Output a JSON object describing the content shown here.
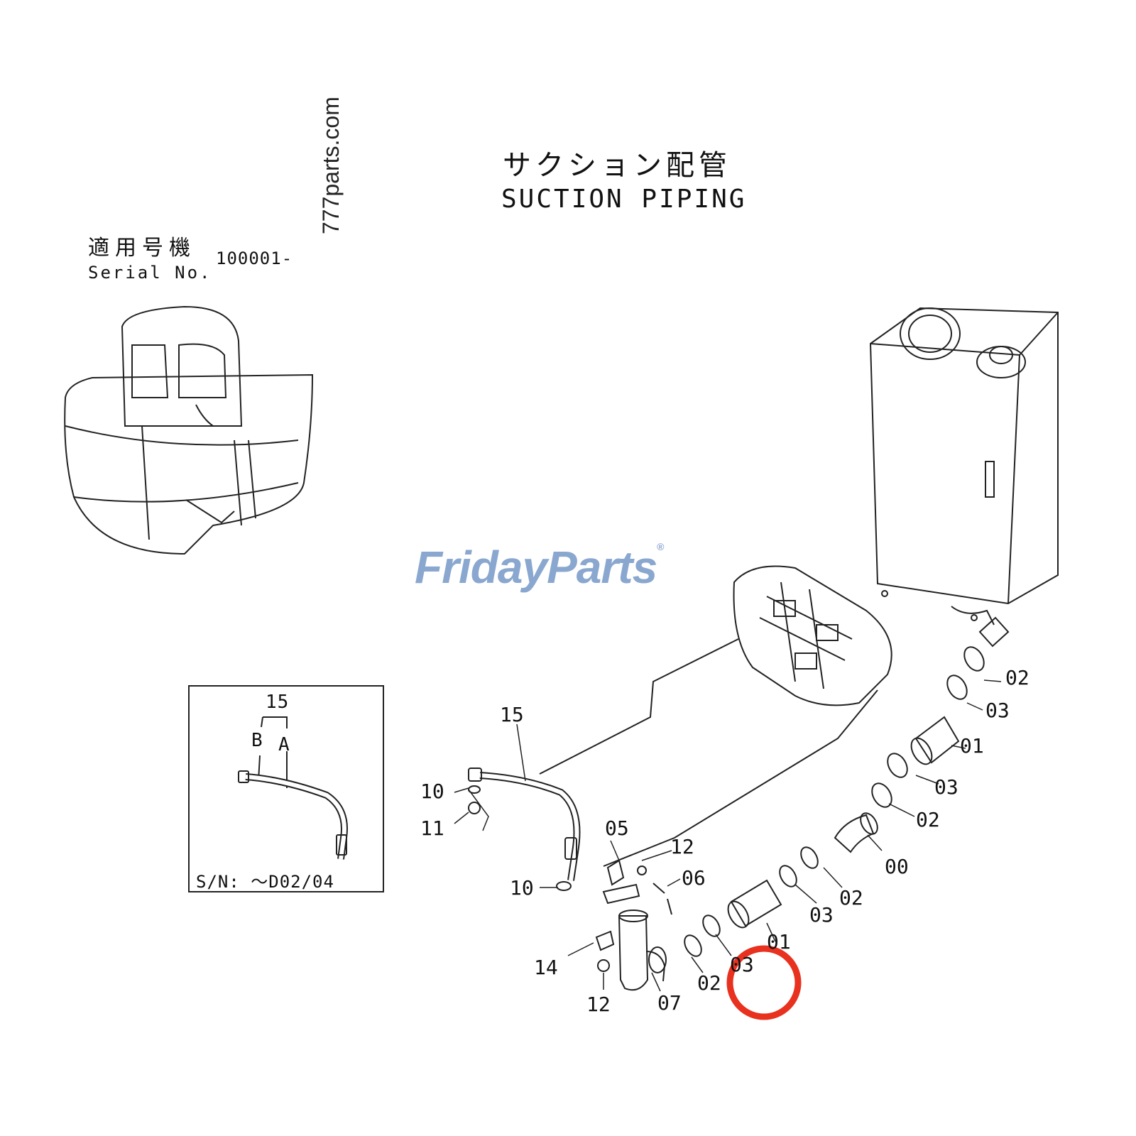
{
  "title": {
    "japanese": "サクション配管",
    "english": "SUCTION PIPING"
  },
  "serial": {
    "label_japanese": "適用号機",
    "label_english": "Serial No.",
    "value": "100001-"
  },
  "watermark": "777parts.com",
  "logo": {
    "text_left": "Friday",
    "text_right": "Parts",
    "brand_color": "#8aa7cf",
    "accent_color": "#f2b56b"
  },
  "inset": {
    "part_number": "15",
    "label_a": "A",
    "label_b": "B",
    "serial_range": "S/N: ～D02/04"
  },
  "callouts": [
    {
      "id": "c-02-top",
      "text": "02"
    },
    {
      "id": "c-03-top",
      "text": "03"
    },
    {
      "id": "c-01-top",
      "text": "01"
    },
    {
      "id": "c-03-mid",
      "text": "03"
    },
    {
      "id": "c-02-mid",
      "text": "02"
    },
    {
      "id": "c-00",
      "text": "00"
    },
    {
      "id": "c-02-low",
      "text": "02"
    },
    {
      "id": "c-03-low",
      "text": "03"
    },
    {
      "id": "c-01-low",
      "text": "01"
    },
    {
      "id": "c-03-bottom",
      "text": "03"
    },
    {
      "id": "c-02-bottom",
      "text": "02"
    },
    {
      "id": "c-07",
      "text": "07"
    },
    {
      "id": "c-12-bottom",
      "text": "12"
    },
    {
      "id": "c-14",
      "text": "14"
    },
    {
      "id": "c-10-low",
      "text": "10"
    },
    {
      "id": "c-06",
      "text": "06"
    },
    {
      "id": "c-12-top",
      "text": "12"
    },
    {
      "id": "c-05",
      "text": "05"
    },
    {
      "id": "c-15",
      "text": "15"
    },
    {
      "id": "c-10-top",
      "text": "10"
    },
    {
      "id": "c-11",
      "text": "11"
    }
  ],
  "highlight_color": "#e8311f"
}
